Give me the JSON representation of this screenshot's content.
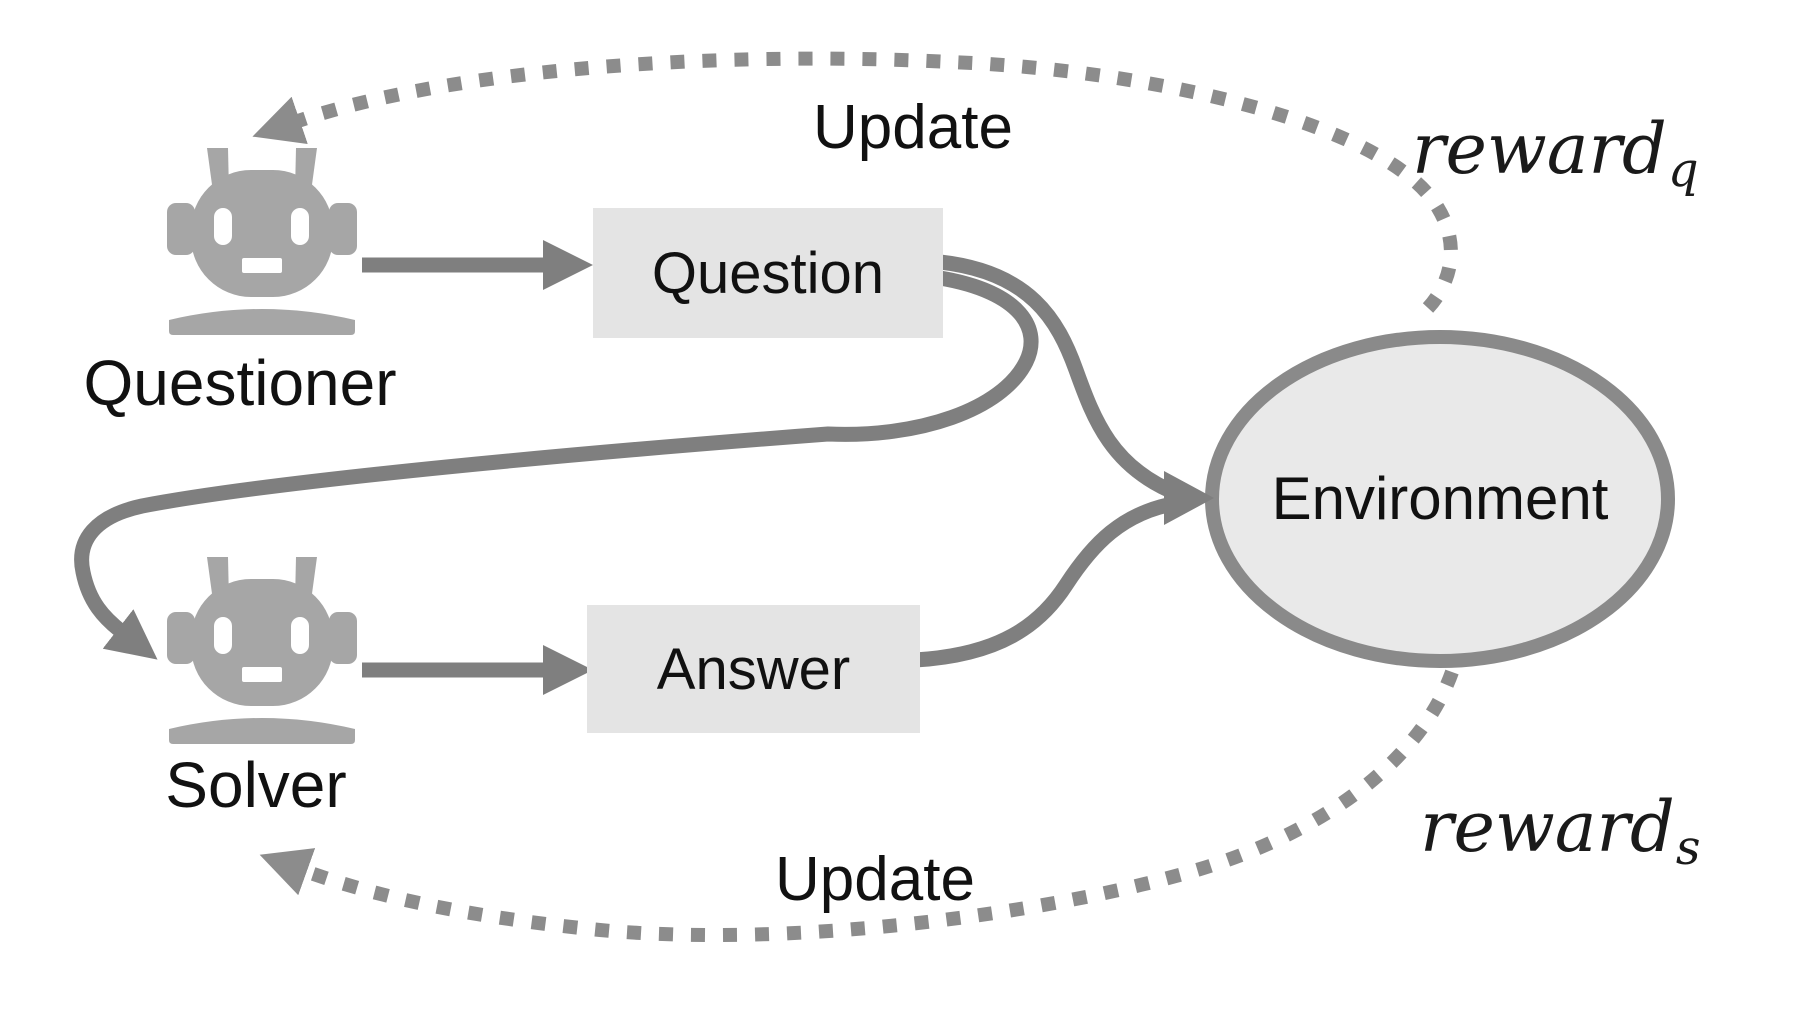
{
  "title": "Questioner-Solver self-play reinforcement learning diagram",
  "colors": {
    "background": "#ffffff",
    "solid_edge": "#7f7f7f",
    "dotted_edge": "#8c8c8c",
    "robot_fill": "#a6a6a6",
    "node_fill": "#e4e4e4",
    "ellipse_fill": "#e9e9e9",
    "ellipse_stroke": "#8a8a8a",
    "text": "#111111"
  },
  "nodes": {
    "questioner": {
      "label": "Questioner",
      "kind": "agent"
    },
    "solver": {
      "label": "Solver",
      "kind": "agent"
    },
    "question": {
      "label": "Question",
      "kind": "box"
    },
    "answer": {
      "label": "Answer",
      "kind": "box"
    },
    "environment": {
      "label": "Environment",
      "kind": "ellipse"
    }
  },
  "labels": {
    "update_top": "Update",
    "update_bottom": "Update",
    "reward_questioner": {
      "base": "reward",
      "sub": "q"
    },
    "reward_solver": {
      "base": "reward",
      "sub": "s"
    }
  },
  "edges": [
    {
      "from": "questioner",
      "to": "question",
      "style": "solid-arrow"
    },
    {
      "from": "solver",
      "to": "answer",
      "style": "solid-arrow"
    },
    {
      "from": "question",
      "to": "environment",
      "style": "solid-arrow"
    },
    {
      "from": "answer",
      "to": "environment",
      "style": "solid-arrow"
    },
    {
      "from": "question",
      "to": "solver",
      "style": "solid-arrow-loop"
    },
    {
      "from": "environment",
      "to": "questioner",
      "style": "dotted-arrow",
      "label": "Update",
      "annotation": "reward_q"
    },
    {
      "from": "environment",
      "to": "solver",
      "style": "dotted-arrow",
      "label": "Update",
      "annotation": "reward_s"
    }
  ]
}
